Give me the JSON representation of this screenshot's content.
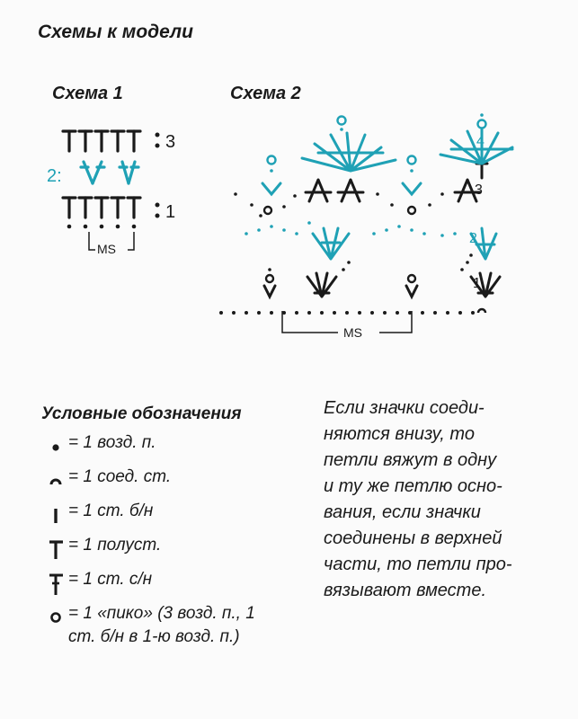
{
  "page_title": "Схемы к модели",
  "scheme1": {
    "title": "Схема 1",
    "row_labels": [
      "3",
      "2:",
      "1"
    ],
    "ms_label": "MS"
  },
  "scheme2": {
    "title": "Схема 2",
    "row_labels": [
      "1",
      "2",
      "3",
      "4"
    ],
    "ms_label": "MS"
  },
  "colors": {
    "black": "#1a1a1a",
    "accent": "#1fa1b5"
  },
  "legend": {
    "title": "Условные обозначения",
    "items": [
      {
        "icon": "chain-dot-icon",
        "text": "= 1 возд. п."
      },
      {
        "icon": "slip-stitch-arc-icon",
        "text": "= 1 соед. ст."
      },
      {
        "icon": "single-crochet-bar-icon",
        "text": "= 1 ст. б/н"
      },
      {
        "icon": "half-double-crochet-t-icon",
        "text": "= 1 полуст."
      },
      {
        "icon": "double-crochet-cross-icon",
        "text": "= 1 ст. с/н"
      },
      {
        "icon": "picot-circle-icon",
        "text": "= 1 «пико» (3 возд. п., 1 ст. б/н в 1-ю возд. п.)"
      }
    ]
  },
  "note": {
    "lines": [
      "Если значки соеди-",
      "няются внизу, то",
      "петли вяжут в одну",
      "и ту же петлю осно-",
      "вания, если значки",
      "соединены в верхней",
      "части, то петли про-",
      "вязывают вместе."
    ]
  }
}
